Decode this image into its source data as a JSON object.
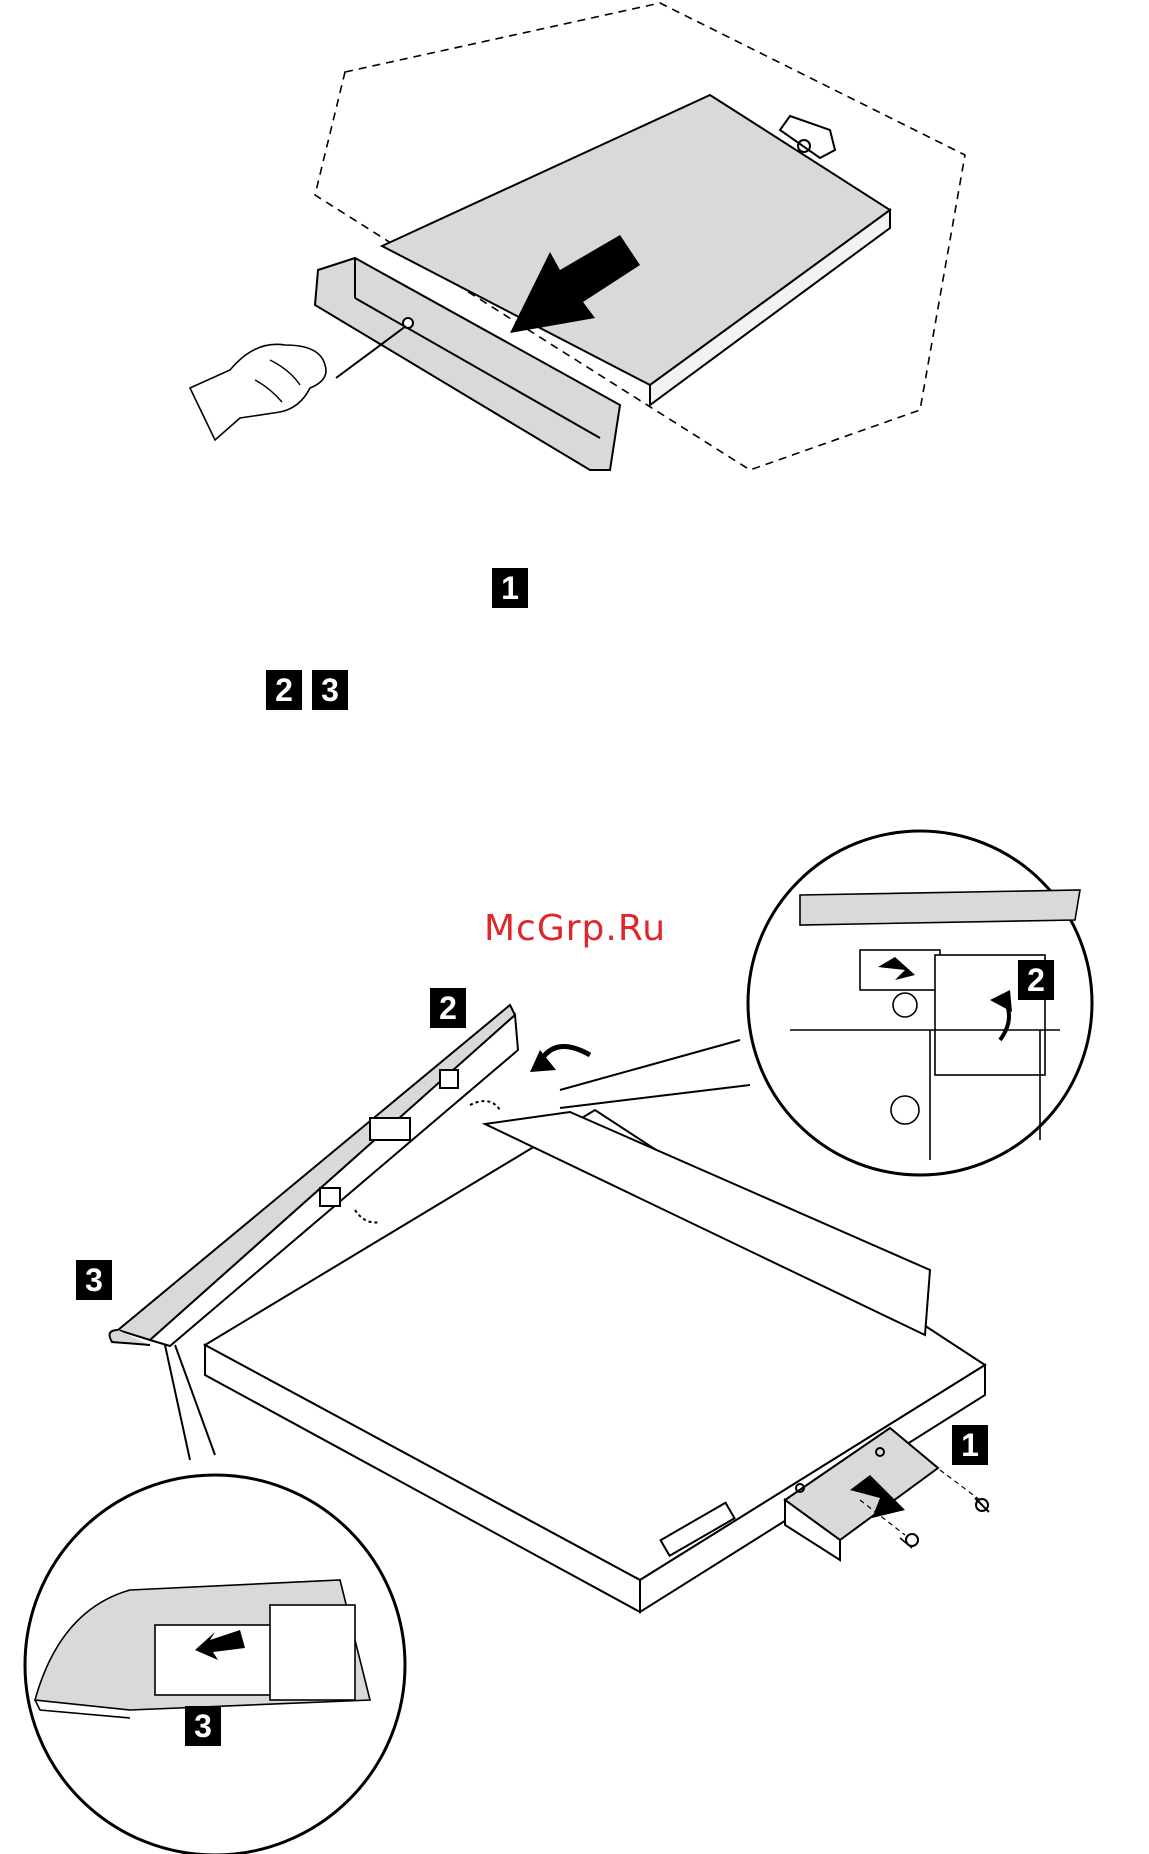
{
  "steps": {
    "top_marker": "1",
    "inline_marker_a": "2",
    "inline_marker_b": "3",
    "bezel_marker": "2",
    "detail_marker_2": "2",
    "bracket_marker": "1",
    "end_marker": "3",
    "detail_marker_3": "3"
  },
  "watermark": {
    "text": "McGrp.Ru",
    "color": "#e0262b"
  },
  "colors": {
    "line": "#000000",
    "panel_fill": "#d9d9d9",
    "badge_bg": "#000000",
    "badge_text": "#ffffff"
  },
  "icons": {
    "eject_arrow": "arrow-left-down-icon",
    "release_arrow": "curved-arrow-icon",
    "pull_arrow": "arrow-icon"
  }
}
